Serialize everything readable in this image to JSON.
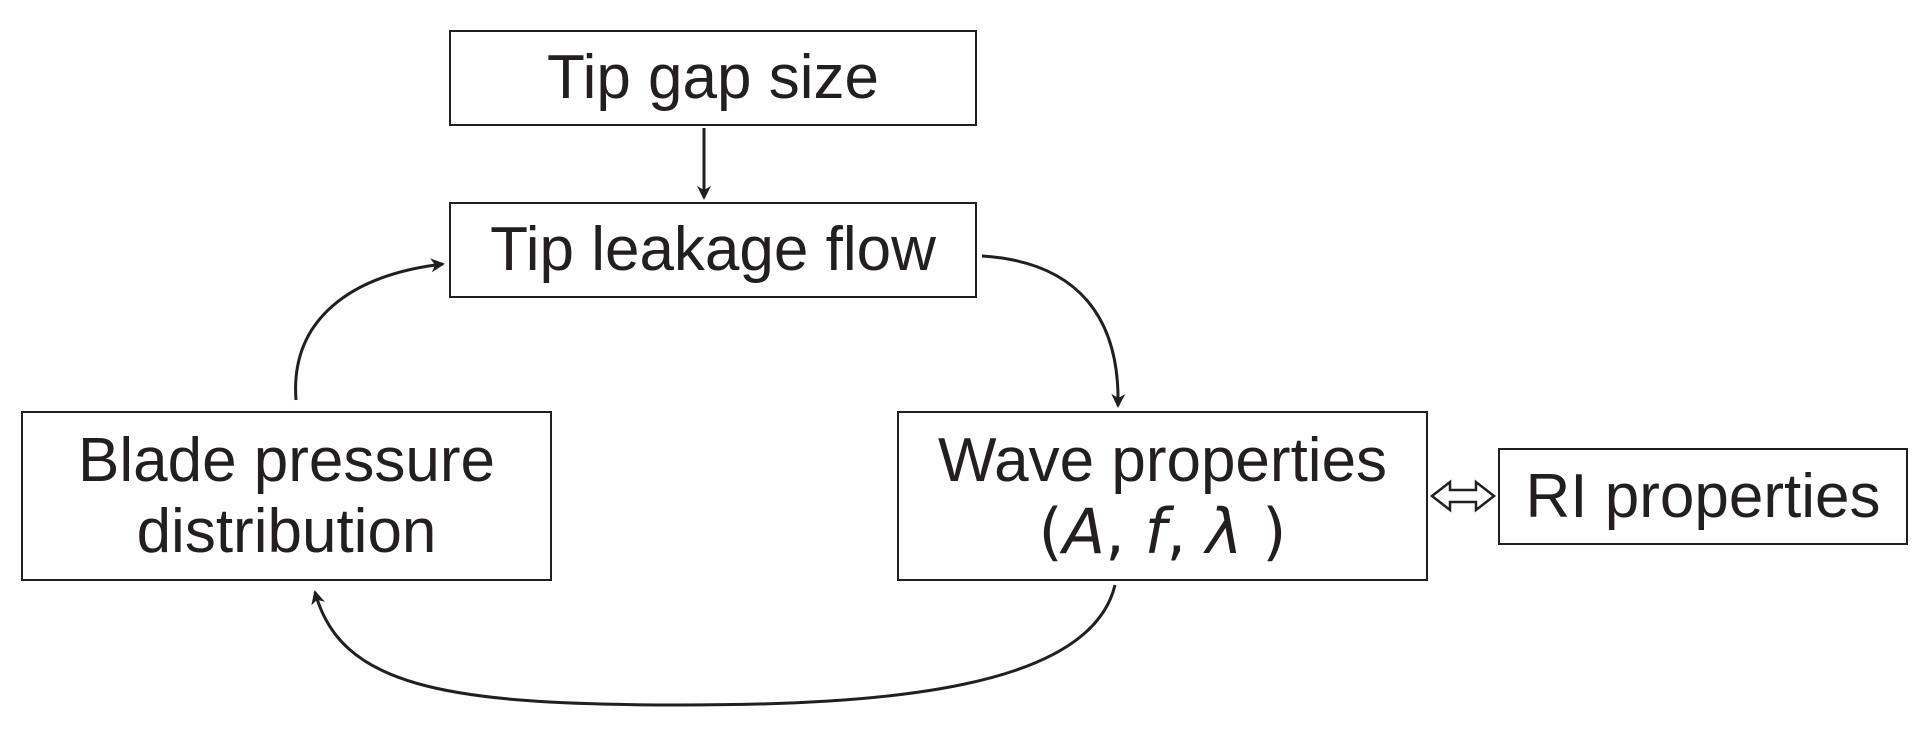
{
  "boxes": {
    "tip_gap": {
      "label": "Tip gap size"
    },
    "tip_leakage": {
      "label": "Tip leakage flow"
    },
    "blade_pressure": {
      "line1": "Blade pressure",
      "line2": "distribution"
    },
    "wave_properties": {
      "line1": "Wave properties",
      "symbols": {
        "open": "(",
        "a": "A",
        "sep1": ", ",
        "f": "f",
        "sep2": ", ",
        "lambda": "λ",
        "close": " )"
      }
    },
    "ri_properties": {
      "label": "RI properties"
    }
  },
  "colors": {
    "stroke": "#231f20",
    "background": "#ffffff"
  }
}
